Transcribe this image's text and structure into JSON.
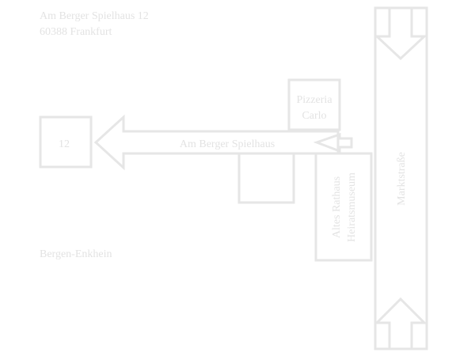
{
  "address": {
    "line1": "Am Berger Spielhaus 12",
    "line2": "60388 Frankfurt"
  },
  "district": "Bergen-Enkhein",
  "streets": {
    "am_berger_spielhaus": "Am Berger Spielhaus",
    "marktstrasse": "Marktstraße"
  },
  "buildings": {
    "destination_number": "12",
    "pizzeria_line1": "Pizzeria",
    "pizzeria_line2": "Carlo",
    "rathaus_line1": "Altes Rathaus",
    "rathaus_line2": "Heiratsmuseum"
  },
  "colors": {
    "line": "#e6e6e6",
    "text": "#e3e3e3",
    "background": "#ffffff"
  }
}
